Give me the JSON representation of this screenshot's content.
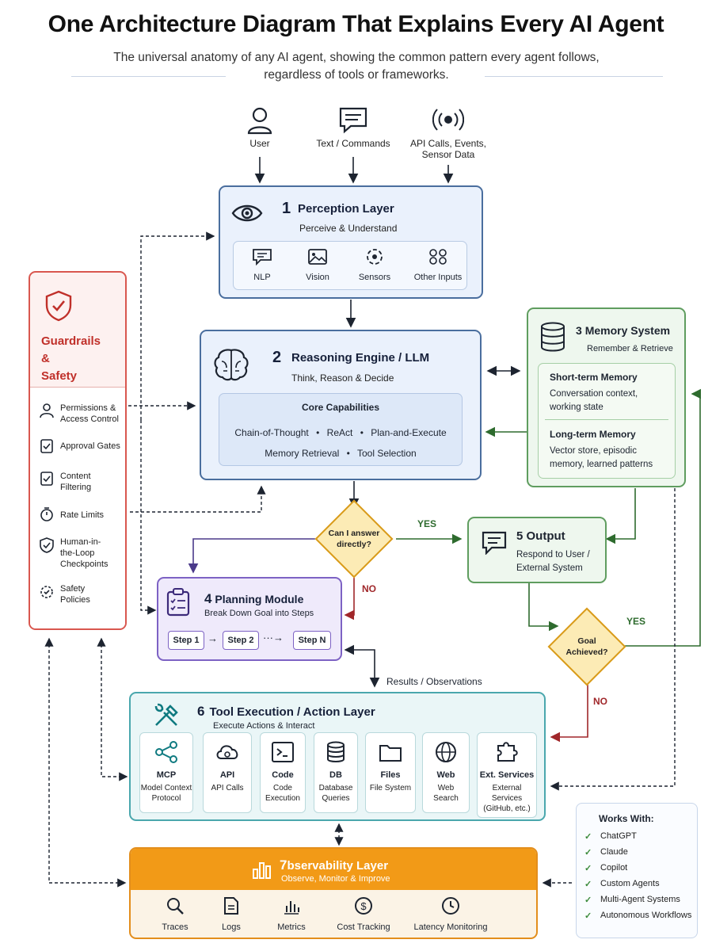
{
  "header": {
    "title": "One Architecture Diagram That Explains Every AI Agent",
    "subtitle_line1": "The universal anatomy of any AI agent, showing the common pattern every agent follows,",
    "subtitle_line2": "regardless of tools or frameworks."
  },
  "inputs": {
    "user": "User",
    "text": "Text / Commands",
    "api_line1": "API Calls, Events,",
    "api_line2": "Sensor Data"
  },
  "perception": {
    "num": "1",
    "title": "Perception Layer",
    "subtitle": "Perceive & Understand",
    "items": [
      "NLP",
      "Vision",
      "Sensors",
      "Other Inputs"
    ]
  },
  "reasoning": {
    "num": "2",
    "title": "Reasoning Engine / LLM",
    "subtitle": "Think, Reason & Decide",
    "core_title": "Core Capabilities",
    "cap1": "Chain-of-Thought",
    "cap2": "ReAct",
    "cap3": "Plan-and-Execute",
    "cap4": "Memory Retrieval",
    "cap5": "Tool Selection",
    "bullet": "•"
  },
  "memory": {
    "num": "3",
    "title": "Memory System",
    "subtitle": "Remember & Retrieve",
    "short_title": "Short-term Memory",
    "short_l1": "Conversation context,",
    "short_l2": "working state",
    "long_title": "Long-term Memory",
    "long_l1": "Vector store, episodic",
    "long_l2": "memory, learned patterns"
  },
  "guardrails": {
    "title_l1": "Guardrails",
    "title_l2": "&",
    "title_l3": "Safety",
    "items": [
      {
        "l1": "Permissions &",
        "l2": "Access Control"
      },
      {
        "l1": "Approval Gates",
        "l2": ""
      },
      {
        "l1": "Content",
        "l2": "Filtering"
      },
      {
        "l1": "Rate Limits",
        "l2": ""
      },
      {
        "l1": "Human-in-",
        "l2": "the-Loop",
        "l3": "Checkpoints"
      },
      {
        "l1": "Safety",
        "l2": "Policies"
      }
    ]
  },
  "decision1": {
    "l1": "Can I answer",
    "l2": "directly?",
    "yes": "YES",
    "no": "NO"
  },
  "output": {
    "num": "5",
    "title": "Output",
    "sub_l1": "Respond to User /",
    "sub_l2": "External System"
  },
  "decision2": {
    "l1": "Goal",
    "l2": "Achieved?",
    "yes": "YES",
    "no": "NO"
  },
  "planning": {
    "num": "4",
    "title": "Planning Module",
    "subtitle": "Break Down Goal into Steps",
    "step1": "Step 1",
    "step2": "Step 2",
    "dots": "···",
    "stepn": "Step N",
    "arrow": "→"
  },
  "results_label": "Results / Observations",
  "tools": {
    "num": "6",
    "title": "Tool Execution / Action Layer",
    "subtitle": "Execute Actions & Interact",
    "items": [
      {
        "t": "MCP",
        "s1": "Model Context",
        "s2": "Protocol",
        "s3": ""
      },
      {
        "t": "API",
        "s1": "API Calls",
        "s2": "",
        "s3": ""
      },
      {
        "t": "Code",
        "s1": "Code",
        "s2": "Execution",
        "s3": ""
      },
      {
        "t": "DB",
        "s1": "Database",
        "s2": "Queries",
        "s3": ""
      },
      {
        "t": "Files",
        "s1": "File System",
        "s2": "",
        "s3": ""
      },
      {
        "t": "Web",
        "s1": "Web",
        "s2": "Search",
        "s3": ""
      },
      {
        "t": "Ext. Services",
        "s1": "External",
        "s2": "Services",
        "s3": "(GitHub, etc.)"
      }
    ]
  },
  "observability": {
    "num": "7",
    "title": "bservability Layer",
    "subtitle": "Observe, Monitor & Improve",
    "items": [
      "Traces",
      "Logs",
      "Metrics",
      "Cost Tracking",
      "Latency Monitoring"
    ]
  },
  "works_with": {
    "title": "Works With:",
    "check": "✓",
    "items": [
      "ChatGPT",
      "Claude",
      "Copilot",
      "Custom Agents",
      "Multi-Agent Systems",
      "Autonomous Workflows"
    ]
  },
  "colors": {
    "blue": "#4a6e9e",
    "green": "#5f9d5f",
    "purple": "#7d62c4",
    "teal": "#4aa7ad",
    "red": "#d9574f",
    "orange": "#e38e1c",
    "dark_red": "#a0272a"
  }
}
